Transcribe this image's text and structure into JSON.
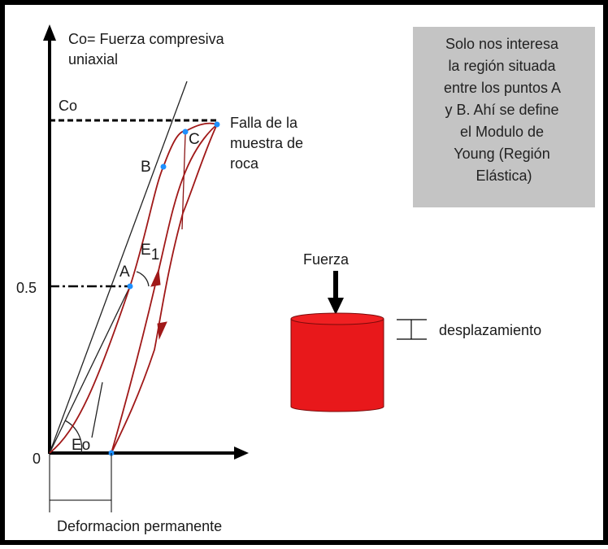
{
  "diagram": {
    "y_axis_caption_line1": "Co= Fuerza compresiva",
    "y_axis_caption_line2": "uniaxial",
    "y_tick_co": "Co",
    "y_tick_half": "0.5",
    "y_tick_zero": "0",
    "failure_label_line1": "Falla de la",
    "failure_label_line2": "muestra de",
    "failure_label_line3": "roca",
    "point_a": "A",
    "point_b": "B",
    "point_c": "C",
    "e1_label": "E",
    "e1_subscript": "1",
    "e0_label": "Eo",
    "x_caption": "Deformacion permanente",
    "note_lines": [
      "Solo nos interesa",
      "la región situada",
      "entre los puntos A",
      "y B. Ahí se define",
      "el Modulo de",
      "Young (Región",
      "Elástica)"
    ],
    "force_label": "Fuerza",
    "displacement_label": "desplazamiento"
  },
  "colors": {
    "frame": "#000000",
    "curve": "#a01818",
    "point": "#1e90ff",
    "note_bg": "#c4c4c4",
    "cylinder": "#e8181b",
    "cylinder_edge": "#7a0a0a"
  }
}
